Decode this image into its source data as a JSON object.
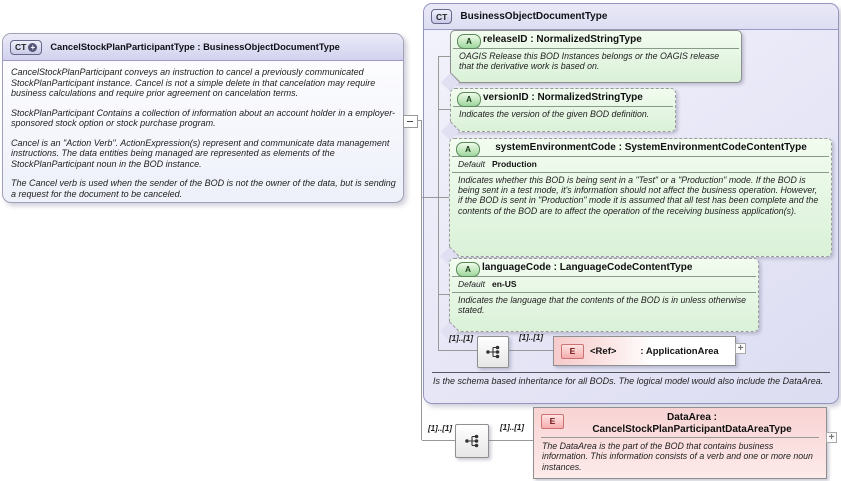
{
  "colors": {
    "panel_fill": "#e3e3f4",
    "attribute_fill": "#e2f4de",
    "element_fill": "#fbdcdc",
    "accent_border": "#9595c2"
  },
  "left_panel": {
    "badge": "CT",
    "badge_plus": "+",
    "title": "CancelStockPlanParticipantType : BusinessObjectDocumentType",
    "paragraphs": {
      "p1": "CancelStockPlanParticipant conveys an instruction to cancel a previously communicated StockPlanParticipant instance. Cancel is not a simple delete in that cancelation may require business calculations and require prior agreement on cancelation terms.",
      "p2": "StockPlanParticipant  Contains a collection of information about an account holder in a employer-sponsored stock option or stock purchase program.",
      "p3": "Cancel is an \"Action Verb\". ActionExpression(s) represent and communicate data management instructions. The data entities being managed are represented as elements of the StockPlanParticipant noun in the BOD instance.",
      "p4": "The Cancel verb is used when the sender of the BOD is not the owner of the data, but is sending a request for the document to be canceled."
    }
  },
  "right_panel": {
    "badge": "CT",
    "title": "BusinessObjectDocumentType",
    "attributes": [
      {
        "badge": "A",
        "title": "releaseID : NormalizedStringType",
        "description": "OAGIS Release this BOD Instances belongs or the OAGIS release that the derivative work is based on."
      },
      {
        "badge": "A",
        "title": "versionID : NormalizedStringType",
        "description": "Indicates the version of the given BOD definition."
      },
      {
        "badge": "A",
        "title": "systemEnvironmentCode : SystemEnvironmentCodeContentType",
        "default_label": "Default",
        "default_value": "Production",
        "description": "Indicates whether this BOD is being sent in a \"Test\" or a \"Production\" mode. If the BOD is being sent in a test mode, it's information should not affect the business operation. However, if the BOD is sent in \"Production\" mode it is assumed that all test has been complete and the contents of the BOD are to affect the operation of the receiving business application(s)."
      },
      {
        "badge": "A",
        "title": "languageCode : LanguageCodeContentType",
        "default_label": "Default",
        "default_value": "en-US",
        "description": "Indicates the language that the contents of the BOD is in unless otherwise stated."
      }
    ],
    "sequence_cardinality_left": "[1]..[1]",
    "sequence_cardinality_right": "[1]..[1]",
    "application_area": {
      "badge": "E",
      "ref_label": "<Ref>",
      "type_label": ": ApplicationArea",
      "expand_symbol": "+"
    },
    "footer_note": "Is the schema based inheritance for all BODs. The logical model would also include the DataArea."
  },
  "data_area": {
    "badge": "E",
    "title": "DataArea : CancelStockPlanParticipantDataAreaType",
    "description": "The DataArea is the part of the BOD that contains business information. This information consists of a verb and one or more noun instances.",
    "cardinality_left": "[1]..[1]",
    "cardinality_right": "[1]..[1]",
    "expand_symbol": "+"
  }
}
